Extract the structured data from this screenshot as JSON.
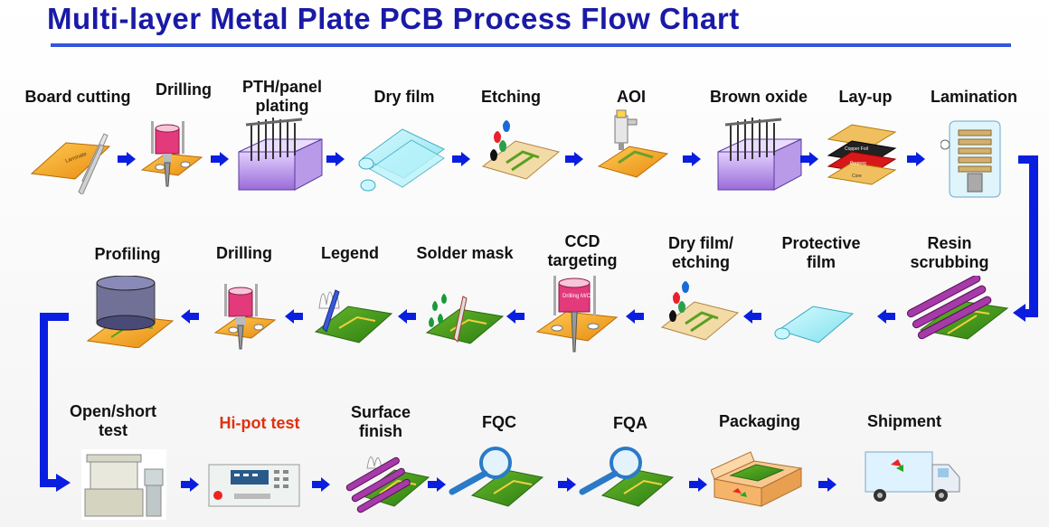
{
  "title": "Multi-layer Metal Plate PCB Process Flow Chart",
  "colors": {
    "title": "#1a1aa6",
    "accent": "#0018d8",
    "highlight": "#e03010",
    "board": "#f5a623"
  },
  "rows": [
    {
      "steps": [
        {
          "label": "Board cutting",
          "icon": "board-cutting-icon"
        },
        {
          "label": "Drilling",
          "icon": "drill-icon"
        },
        {
          "label": "PTH/panel\nplating",
          "icon": "plating-tank-icon"
        },
        {
          "label": "Dry film",
          "icon": "dry-film-icon"
        },
        {
          "label": "Etching",
          "icon": "etching-icon"
        },
        {
          "label": "AOI",
          "icon": "aoi-icon"
        },
        {
          "label": "Brown oxide",
          "icon": "oxide-tank-icon"
        },
        {
          "label": "Lay-up",
          "icon": "layup-icon"
        },
        {
          "label": "Lamination",
          "icon": "press-icon"
        }
      ]
    },
    {
      "steps": [
        {
          "label": "Resin\nscrubbing",
          "icon": "scrubbing-rollers-icon"
        },
        {
          "label": "Protective\nfilm",
          "icon": "protective-film-icon"
        },
        {
          "label": "Dry film/\netching",
          "icon": "etching-icon"
        },
        {
          "label": "CCD\ntargeting",
          "icon": "ccd-drill-icon"
        },
        {
          "label": "Solder mask",
          "icon": "solder-mask-icon"
        },
        {
          "label": "Legend",
          "icon": "legend-icon"
        },
        {
          "label": "Drilling",
          "icon": "drill-icon"
        },
        {
          "label": "Profiling",
          "icon": "profiling-icon"
        }
      ]
    },
    {
      "steps": [
        {
          "label": "Open/short\ntest",
          "icon": "test-machine-icon"
        },
        {
          "label": "Hi-pot test",
          "icon": "hipot-tester-icon",
          "highlight": true
        },
        {
          "label": "Surface\nfinish",
          "icon": "surface-finish-icon"
        },
        {
          "label": "FQC",
          "icon": "magnifier-icon"
        },
        {
          "label": "FQA",
          "icon": "magnifier-icon"
        },
        {
          "label": "Packaging",
          "icon": "package-icon"
        },
        {
          "label": "Shipment",
          "icon": "truck-icon"
        }
      ]
    }
  ],
  "icon_texts": {
    "laminate": "Laminate",
    "copper_foil": "Copper Foil",
    "prepreg": "Prepreg",
    "core": "Core",
    "drilling_mc": "Drilling M/C"
  }
}
